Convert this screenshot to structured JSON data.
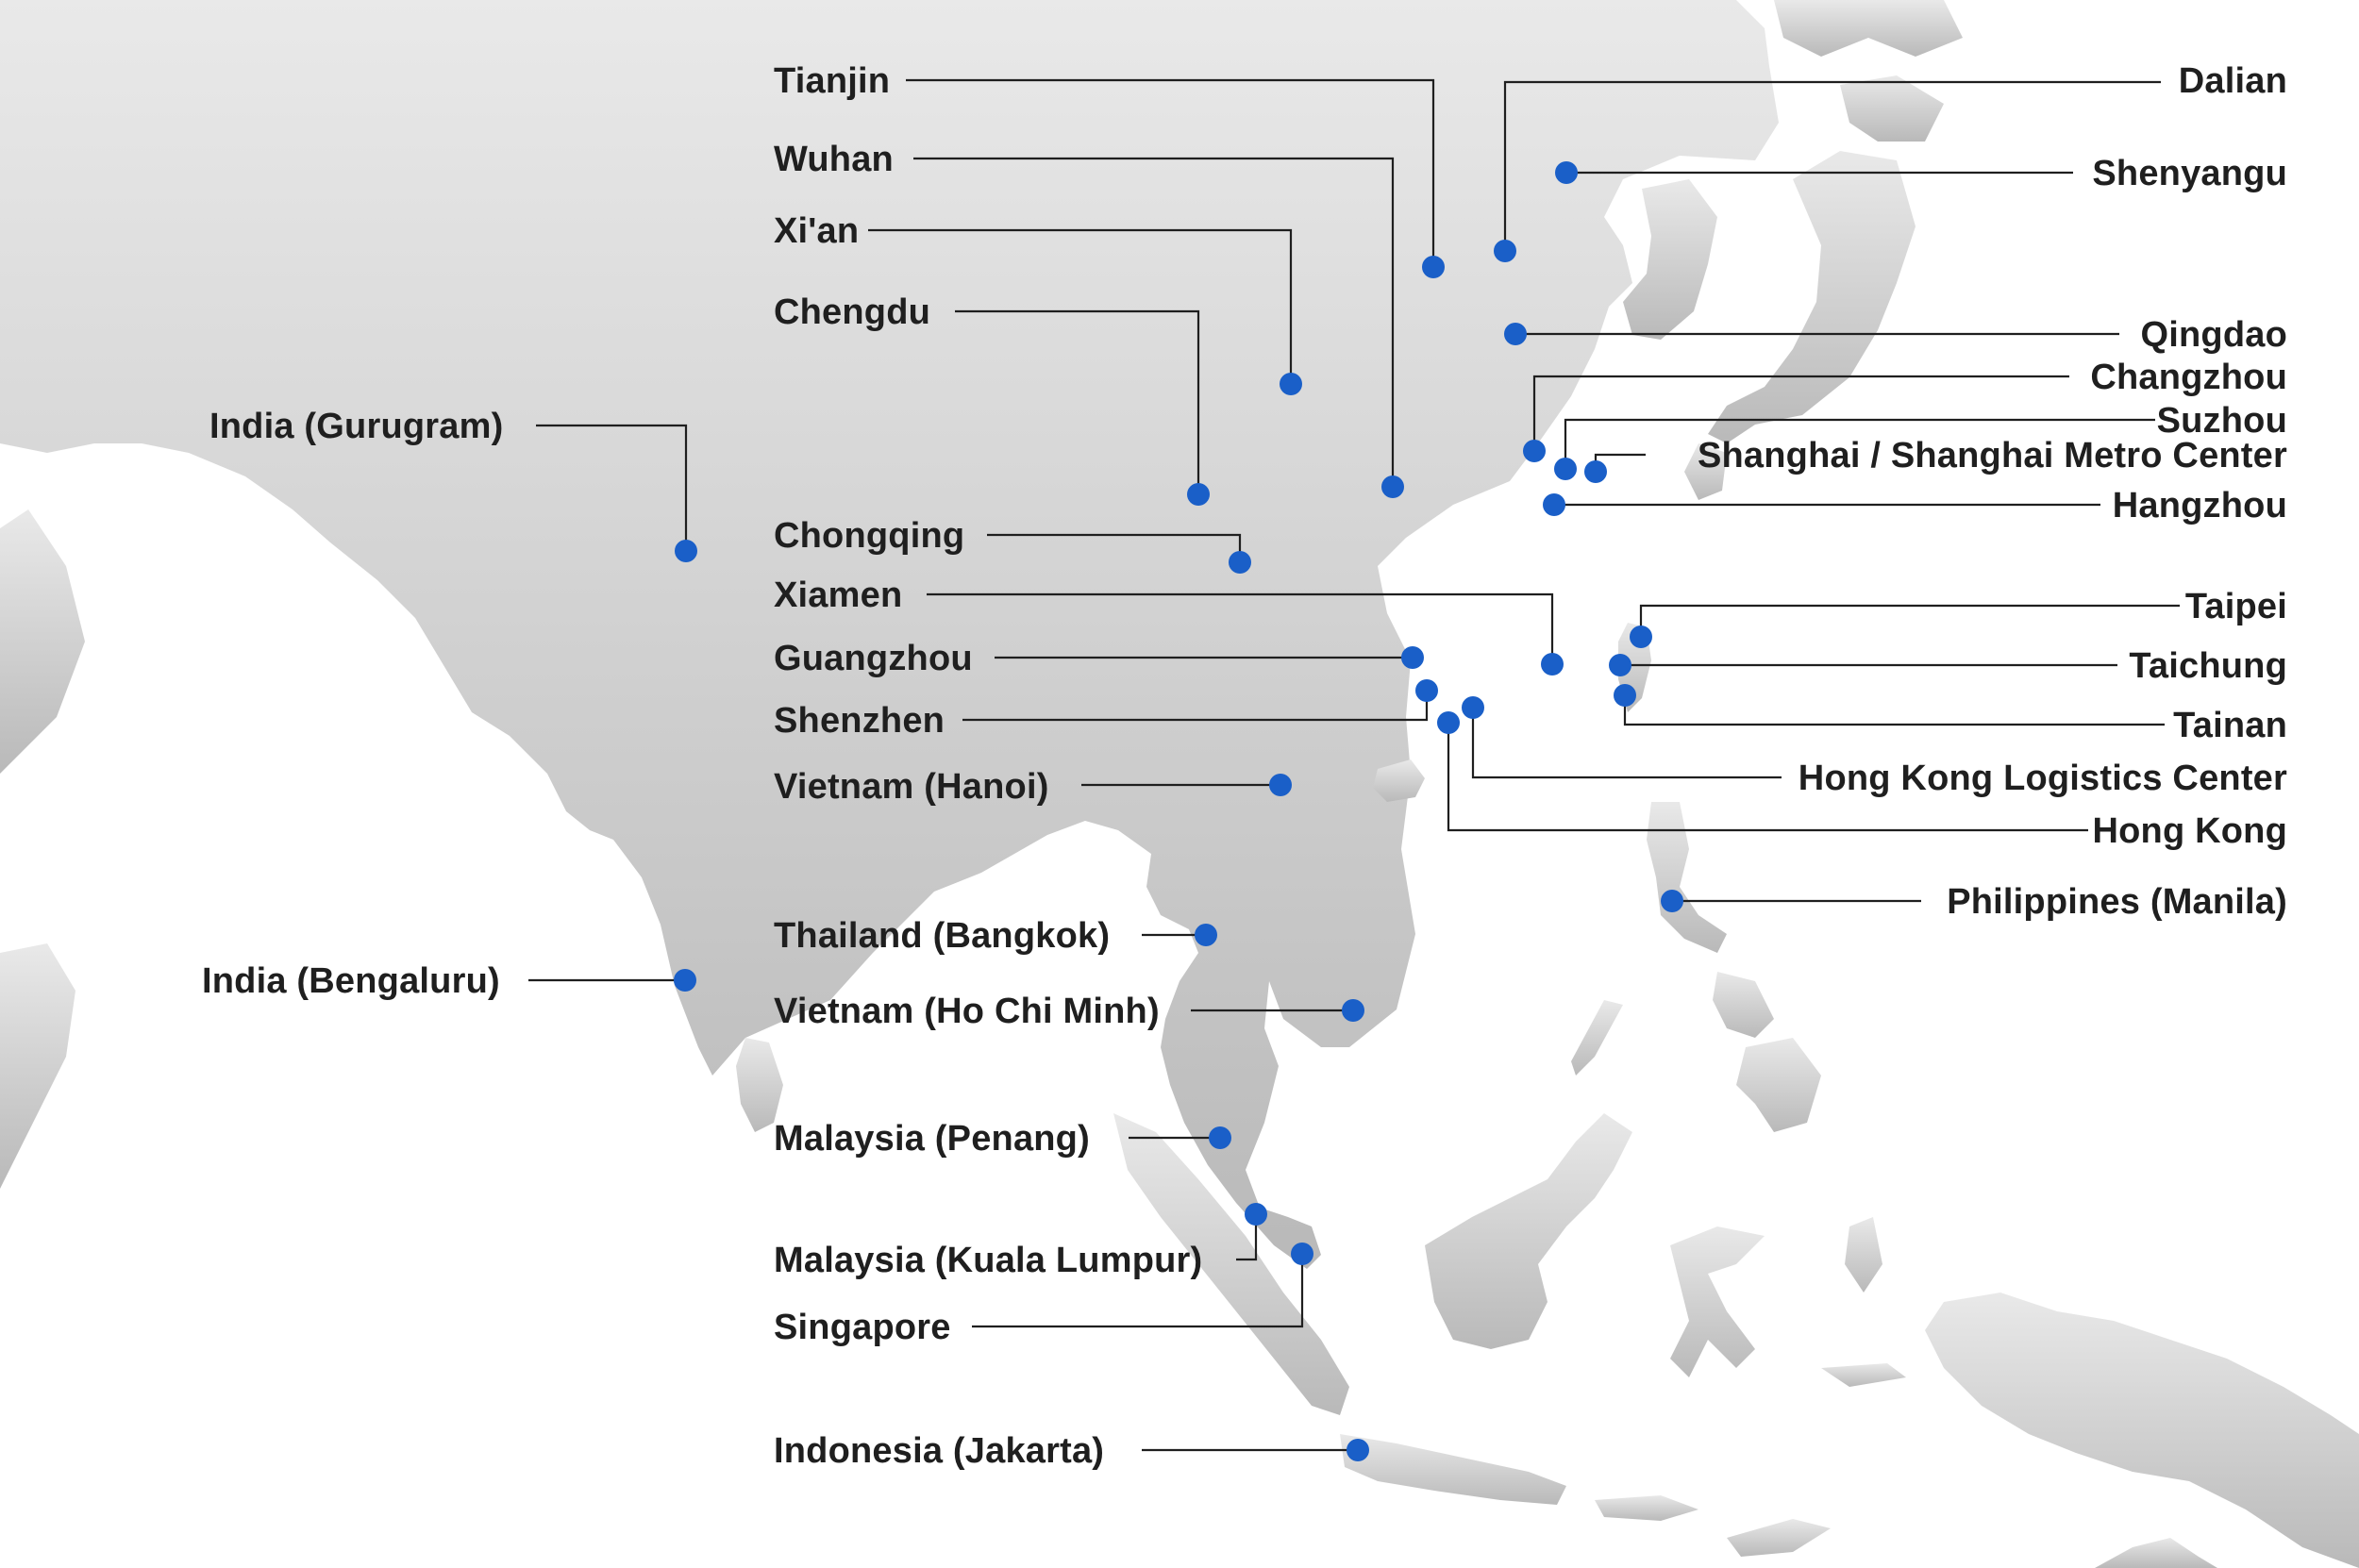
{
  "map": {
    "colors": {
      "land_top": "#e9e9e9",
      "land_bottom": "#b9b9b9",
      "sea": "#ffffff",
      "marker": "#1a5fc8",
      "leader": "#1f1f1f",
      "label": "#1f1f1f"
    },
    "locations": [
      {
        "id": "tianjin",
        "label": "Tianjin"
      },
      {
        "id": "wuhan",
        "label": "Wuhan"
      },
      {
        "id": "xian",
        "label": "Xi'an"
      },
      {
        "id": "chengdu",
        "label": "Chengdu"
      },
      {
        "id": "india-gurugram",
        "label": "India (Gurugram)"
      },
      {
        "id": "chongqing",
        "label": "Chongqing"
      },
      {
        "id": "xiamen",
        "label": "Xiamen"
      },
      {
        "id": "guangzhou",
        "label": "Guangzhou"
      },
      {
        "id": "shenzhen",
        "label": "Shenzhen"
      },
      {
        "id": "vietnam-hanoi",
        "label": "Vietnam (Hanoi)"
      },
      {
        "id": "thailand-bangkok",
        "label": "Thailand (Bangkok)"
      },
      {
        "id": "india-bengaluru",
        "label": "India (Bengaluru)"
      },
      {
        "id": "vietnam-hcm",
        "label": "Vietnam (Ho Chi Minh)"
      },
      {
        "id": "malaysia-penang",
        "label": "Malaysia (Penang)"
      },
      {
        "id": "malaysia-kl",
        "label": "Malaysia (Kuala Lumpur)"
      },
      {
        "id": "singapore",
        "label": "Singapore"
      },
      {
        "id": "indonesia-jakarta",
        "label": "Indonesia (Jakarta)"
      },
      {
        "id": "dalian",
        "label": "Dalian"
      },
      {
        "id": "shenyangu",
        "label": "Shenyangu"
      },
      {
        "id": "qingdao",
        "label": "Qingdao"
      },
      {
        "id": "changzhou",
        "label": "Changzhou"
      },
      {
        "id": "suzhou",
        "label": "Suzhou"
      },
      {
        "id": "shanghai",
        "label": "Shanghai / Shanghai Metro Center"
      },
      {
        "id": "hangzhou",
        "label": "Hangzhou"
      },
      {
        "id": "taipei",
        "label": "Taipei"
      },
      {
        "id": "taichung",
        "label": "Taichung"
      },
      {
        "id": "tainan",
        "label": "Tainan"
      },
      {
        "id": "hk-logistics",
        "label": "Hong Kong Logistics Center"
      },
      {
        "id": "hong-kong",
        "label": "Hong Kong"
      },
      {
        "id": "philippines-manila",
        "label": "Philippines (Manila)"
      }
    ]
  }
}
